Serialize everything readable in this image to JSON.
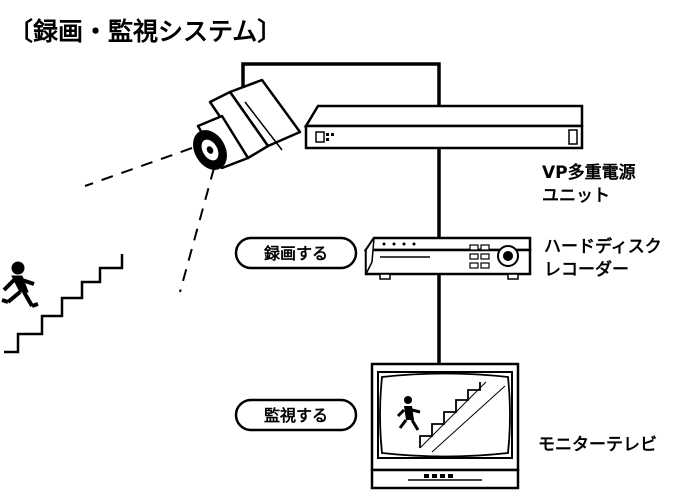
{
  "title": "〔録画・監視システム〕",
  "labels": {
    "power_unit": [
      "VP多重電源",
      "ユニット"
    ],
    "recorder": [
      "ハードディスク",
      "レコーダー"
    ],
    "monitor": "モニターテレビ"
  },
  "actions": {
    "record": "録画する",
    "watch": "監視する"
  },
  "icons": {
    "camera": "security-camera-icon",
    "power_unit": "power-unit-icon",
    "recorder": "hard-disk-recorder-icon",
    "monitor": "crt-monitor-icon",
    "person": "running-person-icon",
    "stairs": "stairs-icon"
  }
}
